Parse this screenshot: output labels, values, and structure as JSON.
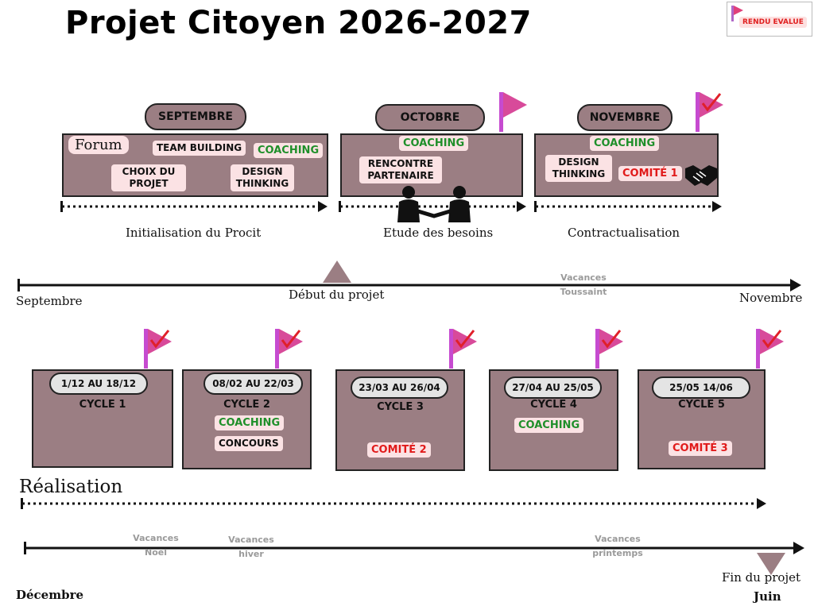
{
  "title": "Projet Citoyen 2026-2027",
  "legend": {
    "label": "RENDU EVALUE"
  },
  "months": [
    {
      "name": "SEPTEMBRE",
      "phase": "Initialisation du Procit"
    },
    {
      "name": "OCTOBRE",
      "phase": "Etude des besoins"
    },
    {
      "name": "NOVEMBRE",
      "phase": "Contractualisation"
    }
  ],
  "sept_items": {
    "forum": "Forum",
    "team_building": "TEAM BUILDING",
    "coaching": "COACHING",
    "choix": "CHOIX DU PROJET",
    "design": "DESIGN THINKING"
  },
  "oct_items": {
    "coaching": "COACHING",
    "rencontre": "RENCONTRE PARTENAIRE"
  },
  "nov_items": {
    "coaching": "COACHING",
    "design": "DESIGN THINKING",
    "comite": "COMITÉ 1"
  },
  "timeline1": {
    "start": "Septembre",
    "end": "Novembre",
    "milestone": "Début du projet",
    "vacances": "Vacances Toussaint"
  },
  "cycles": [
    {
      "dates": "1/12 AU 18/12",
      "label": "CYCLE 1",
      "items": []
    },
    {
      "dates": "08/02 AU 22/03",
      "label": "CYCLE 2",
      "items": [
        "COACHING",
        "CONCOURS"
      ]
    },
    {
      "dates": "23/03 AU 26/04",
      "label": "CYCLE 3",
      "items": [
        "COMITÉ 2"
      ]
    },
    {
      "dates": "27/04 AU 25/05",
      "label": "CYCLE 4",
      "items": [
        "COACHING"
      ]
    },
    {
      "dates": "25/05 14/06",
      "label": "CYCLE 5",
      "items": [
        "COMITÉ 3"
      ]
    }
  ],
  "realisation": "Réalisation",
  "timeline2": {
    "start": "Décembre",
    "end": "Juin",
    "milestone": "Fin du projet",
    "vacances_noel": "Vacances Noël",
    "vacances_hiver": "Vacances hiver",
    "vacances_printemps": "Vacances printemps"
  },
  "colors": {
    "box": "#9b7e83",
    "flag": "#c64bd0",
    "check": "#e0202a",
    "green": "#1f8f2a",
    "red": "#e11b1b",
    "muted": "#9a9a9a"
  }
}
